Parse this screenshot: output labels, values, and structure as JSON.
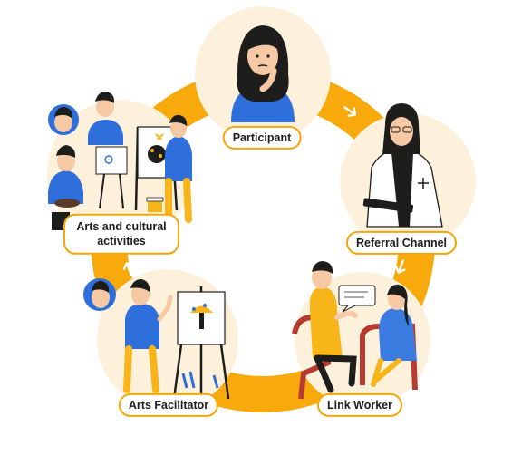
{
  "cycle": {
    "nodes": [
      {
        "id": "participant",
        "label": "Participant"
      },
      {
        "id": "referral",
        "label": "Referral Channel"
      },
      {
        "id": "link_worker",
        "label": "Link Worker"
      },
      {
        "id": "arts_facilitator",
        "label": "Arts Facilitator"
      },
      {
        "id": "arts_activities",
        "label": "Arts and cultural activities"
      }
    ],
    "flow_direction": "clockwise",
    "arrow_icon": "white-arrow-icon"
  },
  "colors": {
    "ring": "#F8AA0D",
    "node_fill": "#FDF1DC",
    "label_border": "#F5A60D",
    "blue": "#2F6FDB",
    "yellow": "#F7B51A"
  }
}
